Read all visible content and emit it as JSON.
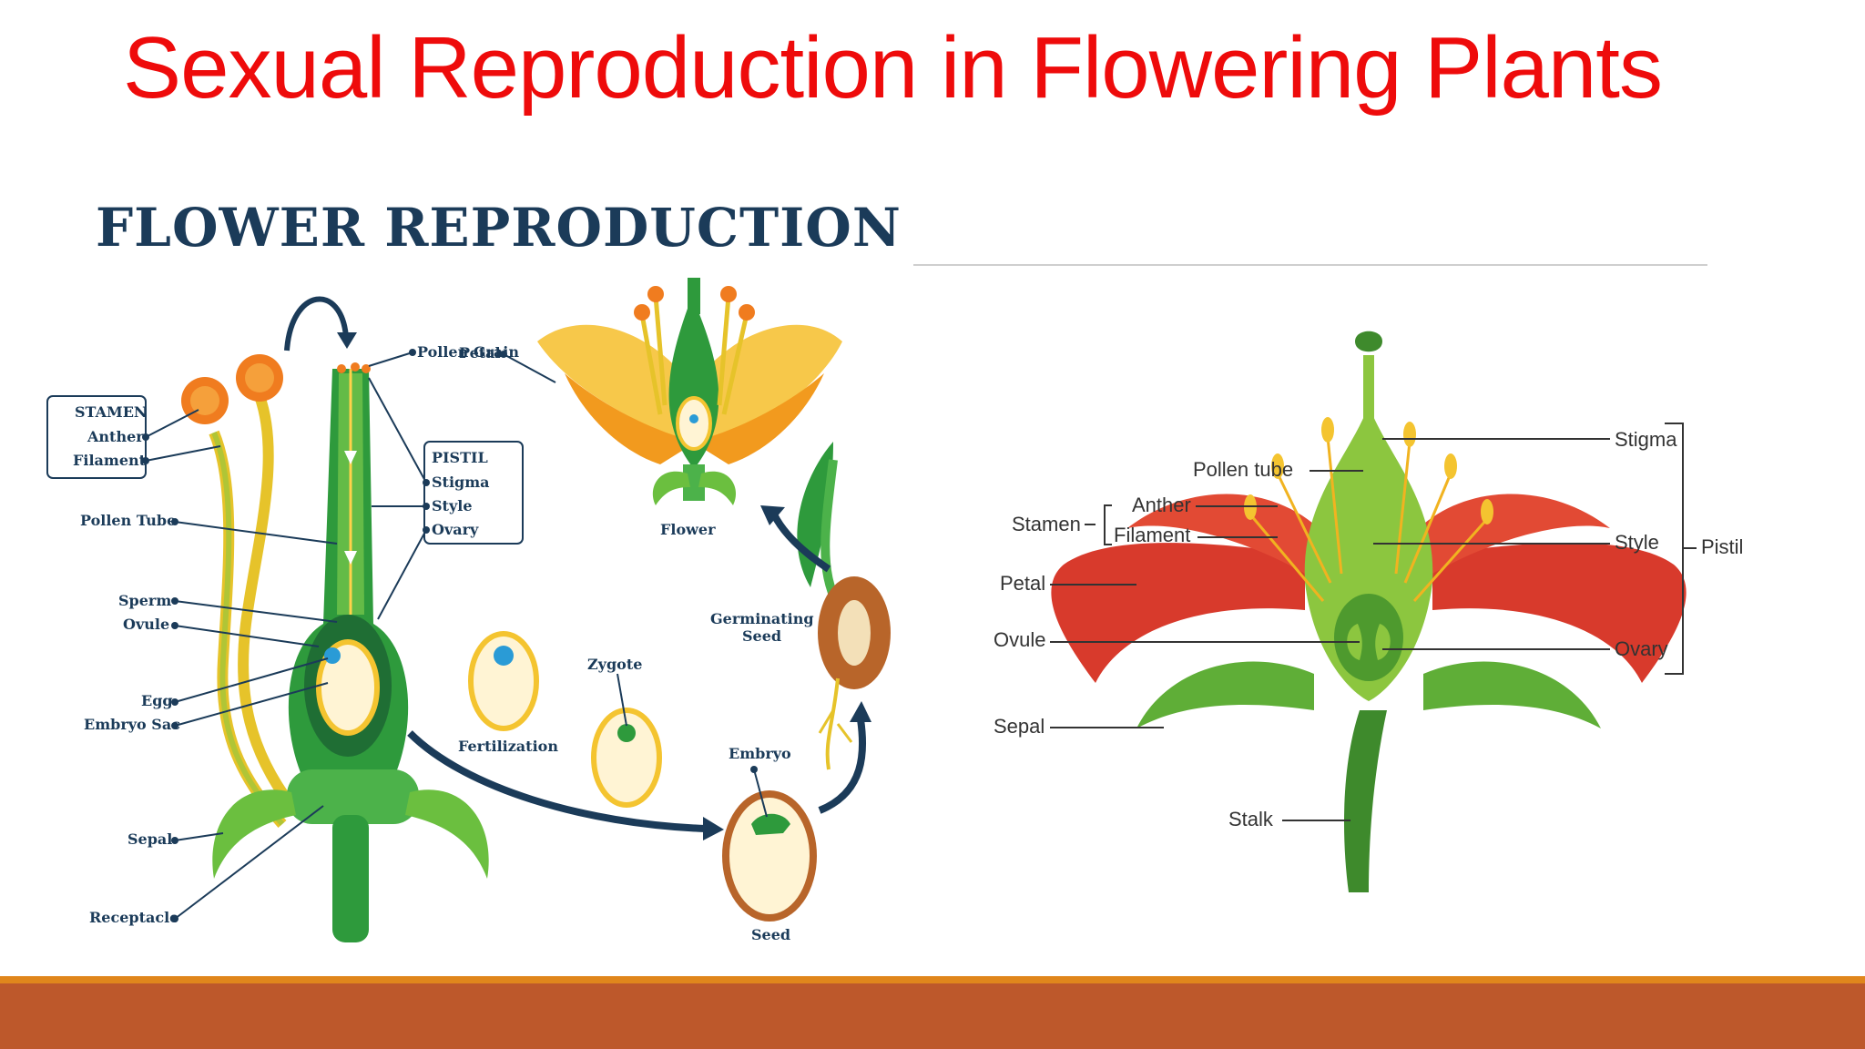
{
  "slide": {
    "title": "Sexual Reproduction in Flowering Plants"
  },
  "left_diagram": {
    "title": "FLOWER REPRODUCTION",
    "stamen_group": "STAMEN",
    "pistil_group": "PISTIL",
    "labels": {
      "anther": "Anther",
      "filament": "Filament",
      "pollen_tube": "Pollen Tube",
      "sperm": "Sperm",
      "ovule": "Ovule",
      "egg": "Egg",
      "embryo_sac": "Embryo Sac",
      "sepal": "Sepal",
      "receptacle": "Receptacle",
      "petal": "Petal",
      "pollen_grain": "Pollen Grain",
      "stigma": "Stigma",
      "style": "Style",
      "ovary": "Ovary",
      "flower": "Flower",
      "germinating_seed_line1": "Germinating",
      "germinating_seed_line2": "Seed",
      "fertilization": "Fertilization",
      "zygote": "Zygote",
      "embryo": "Embryo",
      "seed": "Seed"
    }
  },
  "right_diagram": {
    "labels": {
      "stigma": "Stigma",
      "pollen_tube": "Pollen tube",
      "stamen": "Stamen",
      "anther": "Anther",
      "filament": "Filament",
      "style": "Style",
      "pistil": "Pistil",
      "petal": "Petal",
      "ovule": "Ovule",
      "ovary": "Ovary",
      "sepal": "Sepal",
      "stalk": "Stalk"
    }
  },
  "colors": {
    "title_red": "#ee0b0b",
    "navy": "#1b3b59",
    "bottom_bar": "#bd582b",
    "bottom_bar_accent": "#e0861c"
  }
}
